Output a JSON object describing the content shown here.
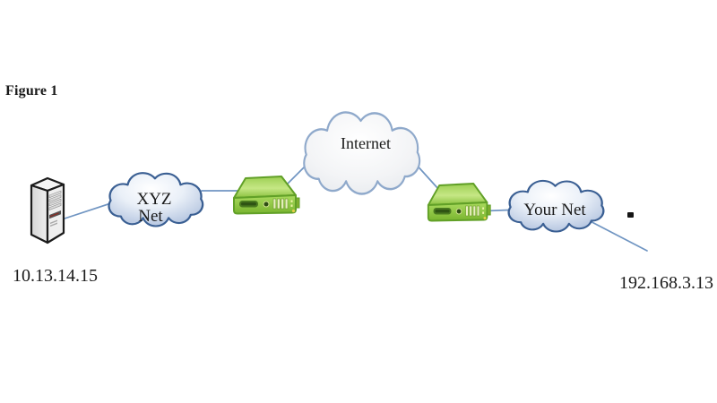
{
  "figure": {
    "label": "Figure 1"
  },
  "nodes": {
    "server": {
      "ip": "10.13.14.15"
    },
    "xyz_cloud": {
      "label_line1": "XYZ",
      "label_line2": "Net"
    },
    "internet_cloud": {
      "label": "Internet"
    },
    "your_cloud": {
      "label": "Your Net"
    },
    "client": {
      "ip": "192.168.3.13"
    }
  },
  "icons": [
    "server-tower-icon",
    "router-icon-left",
    "router-icon-right",
    "cloud-xyz-icon",
    "cloud-internet-icon",
    "cloud-yournet-icon"
  ],
  "colors": {
    "line": "#7095c2",
    "cloud-blue-stroke": "#3a5f93",
    "cloud-gray-stroke": "#8fa9cb",
    "router-green": "#8cc63e",
    "router-outline": "#61a027",
    "text": "#1a1a1a"
  }
}
